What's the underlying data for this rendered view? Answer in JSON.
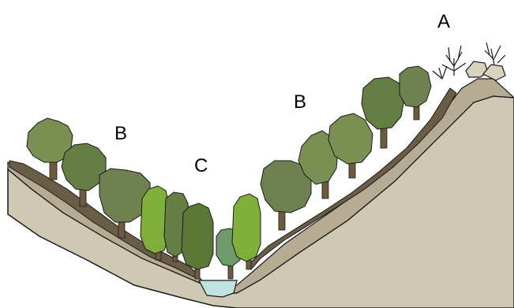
{
  "labels": {
    "a": "A",
    "b_left": "B",
    "b_right": "B",
    "c": "C"
  },
  "colors": {
    "subsoil": "#cfc8b3",
    "soil_mid": "#b6ab93",
    "litter": "#6a5d45",
    "water": "#bfe3e0",
    "tree_dark": "#657e44",
    "tree_mid": "#7a8f52",
    "tree_grey": "#6f8051",
    "tree_bright": "#7fae39",
    "tree_teal": "#6f9b6b",
    "trunk": "#6d5a3f",
    "rock": "#d9d2bf",
    "outline": "#1a1a1a"
  }
}
